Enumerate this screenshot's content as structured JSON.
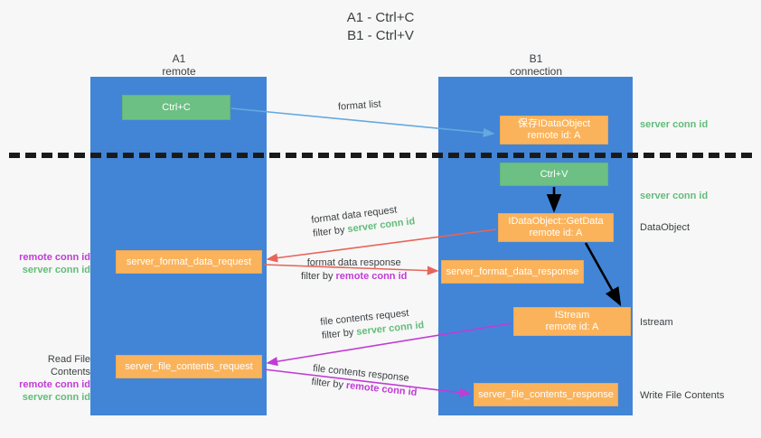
{
  "title": {
    "line1": "A1 - Ctrl+C",
    "line2": "B1 - Ctrl+V"
  },
  "columns": [
    {
      "name": "A1",
      "sub": "remote"
    },
    {
      "name": "B1",
      "sub": "connection"
    }
  ],
  "nodes": [
    {
      "id": "ctrl-c",
      "line1": "Ctrl+C",
      "line2": "",
      "color": "#6cc083",
      "lane": "A1"
    },
    {
      "id": "idataobject",
      "line1": "保存IDataObject",
      "line2": "remote id: A",
      "color": "#fbb35b",
      "lane": "B1"
    },
    {
      "id": "ctrl-v",
      "line1": "Ctrl+V",
      "line2": "",
      "color": "#6cc083",
      "lane": "B1"
    },
    {
      "id": "getdata",
      "line1": "IDataObject::GetData",
      "line2": "remote id: A",
      "color": "#fbb35b",
      "lane": "B1"
    },
    {
      "id": "server-format-data-request",
      "line1": "server_format_data_request",
      "line2": "",
      "color": "#fbb35b",
      "lane": "A1"
    },
    {
      "id": "server-format-data-response",
      "line1": "server_format_data_response",
      "line2": "",
      "color": "#fbb35b",
      "lane": "B1"
    },
    {
      "id": "istream",
      "line1": "IStream",
      "line2": "remote id: A",
      "color": "#fbb35b",
      "lane": "B1"
    },
    {
      "id": "server-file-contents-request",
      "line1": "server_file_contents_request",
      "line2": "",
      "color": "#fbb35b",
      "lane": "A1"
    },
    {
      "id": "server-file-contents-response",
      "line1": "server_file_contents_response",
      "line2": "",
      "color": "#fbb35b",
      "lane": "B1"
    }
  ],
  "edges": [
    {
      "id": "format-list",
      "label": "format list",
      "filter_prefix": "",
      "filter_value": ""
    },
    {
      "id": "format-data-request",
      "label": "format data request",
      "filter_prefix": "filter by ",
      "filter_value": "server conn id"
    },
    {
      "id": "format-data-response",
      "label": "format data response",
      "filter_prefix": "filter by ",
      "filter_value": "remote conn id"
    },
    {
      "id": "file-contents-request",
      "label": "file contents request",
      "filter_prefix": "filter by ",
      "filter_value": "server conn id"
    },
    {
      "id": "file-contents-response",
      "label": "file contents response",
      "filter_prefix": "filter by ",
      "filter_value": "remote conn id"
    }
  ],
  "annotations": {
    "right": [
      {
        "id": "server-conn-id-1",
        "text": "server conn id",
        "color": "green"
      },
      {
        "id": "server-conn-id-2",
        "text": "server conn id",
        "color": "green"
      },
      {
        "id": "dataobject",
        "text": "DataObject",
        "color": "plain"
      },
      {
        "id": "istream",
        "text": "Istream",
        "color": "plain"
      },
      {
        "id": "write-file-contents",
        "text": "Write File Contents",
        "color": "plain"
      }
    ],
    "left": [
      {
        "id": "conn-ids-1",
        "header": "",
        "remote": "remote conn id",
        "server": "server conn id"
      },
      {
        "id": "conn-ids-2",
        "header": "Read File Contents",
        "remote": "remote conn id",
        "server": "server conn id"
      }
    ]
  },
  "colors": {
    "lane": "#4285d6",
    "green_node": "#6cc083",
    "orange_node": "#fbb35b",
    "green_text": "#63bc7a",
    "magenta_text": "#c13bd6",
    "red_arrow": "#e8645a",
    "magenta_arrow": "#c13bd6",
    "blue_arrow": "#66a9e0",
    "black_arrow": "#000000",
    "background": "#f7f7f7"
  }
}
